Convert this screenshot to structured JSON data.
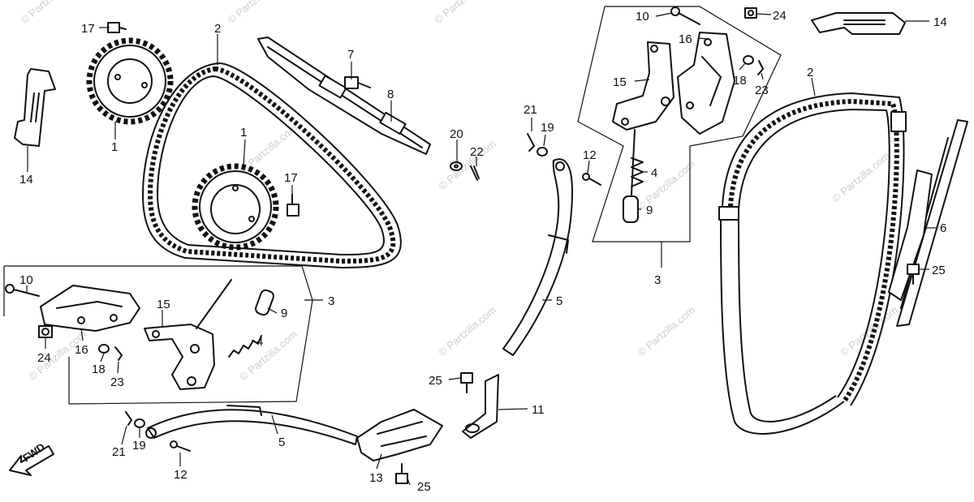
{
  "watermark": "© Partzilla.com",
  "direction_label": "FWD",
  "callouts": {
    "sprocket_top_left": "1",
    "sprocket_center": "1",
    "chain_left": "2",
    "chain_right": "2",
    "tensioner_assembly_left": "3",
    "tensioner_assembly_right": "3",
    "spring_left": "4",
    "spring_right": "4",
    "tensioner_arm_lower": "5",
    "tensioner_arm_center": "5",
    "chain_guide_right": "6",
    "bolt_top": "7",
    "guide_bracket_top": "8",
    "pin_left": "9",
    "pin_right": "9",
    "bolt_left": "10",
    "bolt_right": "10",
    "guide_bracket_11": "11",
    "bolt_12_lower": "12",
    "bolt_12_center": "12",
    "guide_base_13": "13",
    "bracket_left": "14",
    "bracket_right": "14",
    "arm_15_left": "15",
    "arm_15_right": "15",
    "holder_16_left": "16",
    "holder_16_right": "16",
    "bolt_17_top": "17",
    "bolt_17_center": "17",
    "washer_18_left": "18",
    "washer_18_right": "18",
    "washer_19_lower": "19",
    "washer_19_center": "19",
    "washer_20": "20",
    "clip_21_lower": "21",
    "clip_21_center": "21",
    "pin_22": "22",
    "clip_23_left": "23",
    "clip_23_right": "23",
    "nut_24_left": "24",
    "nut_24_right": "24",
    "bolt_25_right": "25",
    "bolt_25_center": "25",
    "bolt_25_lower": "25"
  }
}
